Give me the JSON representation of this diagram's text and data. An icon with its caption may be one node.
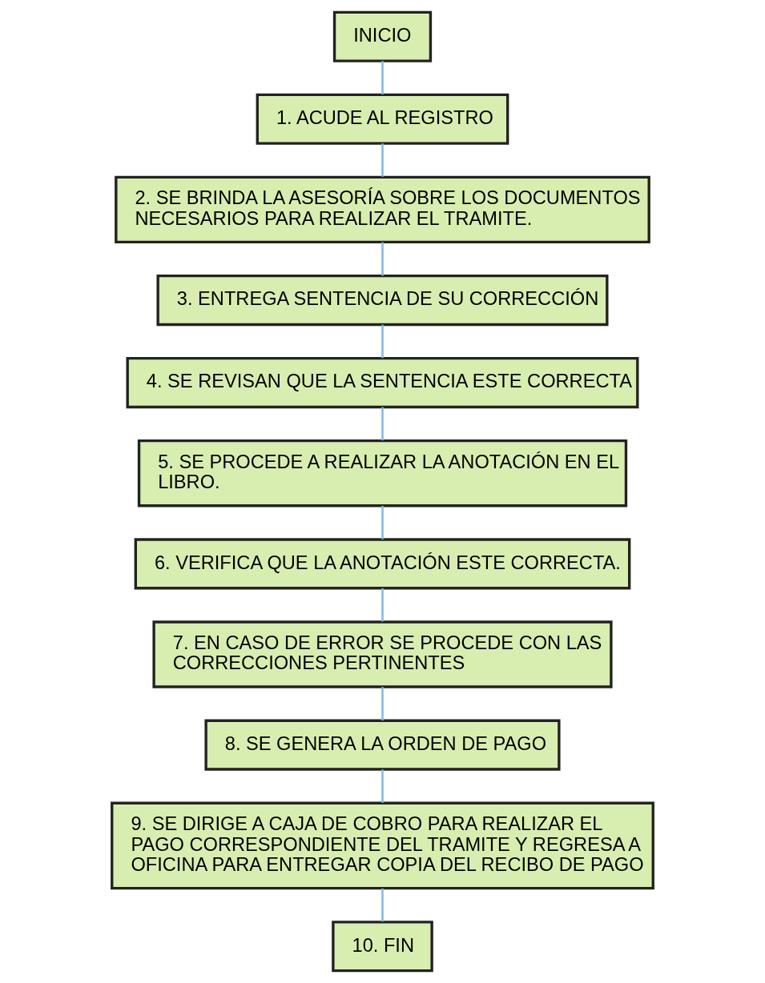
{
  "diagram": {
    "nodes": [
      {
        "text": [
          "INICIO"
        ]
      },
      {
        "text": [
          "1. ACUDE AL REGISTRO"
        ]
      },
      {
        "text": [
          "2. SE BRINDA LA ASESORÍA SOBRE LOS DOCUMENTOS NECESARIOS PARA REALIZAR EL TRAMITE."
        ]
      },
      {
        "text": [
          "3. ENTREGA SENTENCIA DE SU CORRECCIÓN"
        ]
      },
      {
        "text": [
          "4. SE REVISAN QUE LA SENTENCIA ESTE CORRECTA"
        ]
      },
      {
        "text": [
          "5. SE PROCEDE A REALIZAR LA ANOTACIÓN EN EL LIBRO."
        ]
      },
      {
        "text": [
          "6. VERIFICA QUE LA ANOTACIÓN ESTE CORRECTA."
        ]
      },
      {
        "text": [
          "7. EN CASO DE ERROR SE PROCEDE CON LAS CORRECCIONES PERTINENTES"
        ]
      },
      {
        "text": [
          "8. SE GENERA LA ORDEN DE PAGO"
        ]
      },
      {
        "text": [
          "9. SE DIRIGE A CAJA DE COBRO PARA REALIZAR EL PAGO CORRESPONDIENTE DEL TRAMITE Y REGRESA A OFICINA PARA ENTREGAR COPIA DEL RECIBO DE PAGO"
        ]
      },
      {
        "text": [
          "10. FIN"
        ]
      }
    ],
    "edges": [
      {
        "from": 0,
        "to": 1,
        "arrow": "none"
      },
      {
        "from": 1,
        "to": 2,
        "arrow": "none"
      },
      {
        "from": 2,
        "to": 3,
        "arrow": "none"
      },
      {
        "from": 3,
        "to": 4,
        "arrow": "none"
      },
      {
        "from": 4,
        "to": 5,
        "arrow": "none"
      },
      {
        "from": 5,
        "to": 6,
        "arrow": "none"
      },
      {
        "from": 6,
        "to": 7,
        "arrow": "none"
      },
      {
        "from": 7,
        "to": 8,
        "arrow": "none"
      },
      {
        "from": 8,
        "to": 9,
        "arrow": "none"
      },
      {
        "from": 9,
        "to": 10,
        "arrow": "none"
      }
    ]
  }
}
